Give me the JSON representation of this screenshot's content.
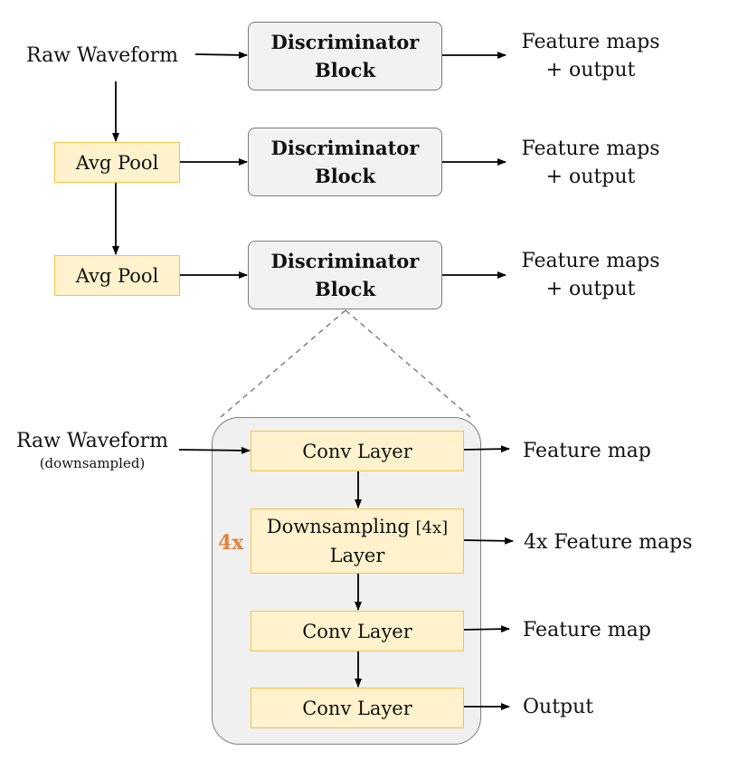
{
  "top": {
    "input_label": "Raw Waveform",
    "blocks": [
      {
        "line1": "Discriminator",
        "line2": "Block"
      },
      {
        "line1": "Discriminator",
        "line2": "Block"
      },
      {
        "line1": "Discriminator",
        "line2": "Block"
      }
    ],
    "pools": [
      {
        "label": "Avg Pool"
      },
      {
        "label": "Avg Pool"
      }
    ],
    "outputs": [
      {
        "line1": "Feature maps",
        "line2": "+ output"
      },
      {
        "line1": "Feature maps",
        "line2": "+ output"
      },
      {
        "line1": "Feature maps",
        "line2": "+ output"
      }
    ]
  },
  "detail": {
    "input_label": "Raw Waveform",
    "input_sublabel": "(downsampled)",
    "conv1": "Conv Layer",
    "downsampling": {
      "line1": "Downsampling",
      "bracket": "[4x]",
      "line2": "Layer"
    },
    "multiplier": "4x",
    "conv2": "Conv Layer",
    "conv3": "Conv Layer",
    "outputs": {
      "conv1": "Feature map",
      "downsampling": "4x Feature maps",
      "conv2": "Feature map",
      "conv3": "Output"
    }
  },
  "colors": {
    "block_fill": "#f2f2f2",
    "block_border": "#7a7a7a",
    "layer_fill": "#fff2cc",
    "layer_border": "#f6c343",
    "container_fill": "#f0f0f0",
    "multiplier": "#e2843a",
    "arrow": "#000000",
    "zoom_guide": "#808080"
  }
}
